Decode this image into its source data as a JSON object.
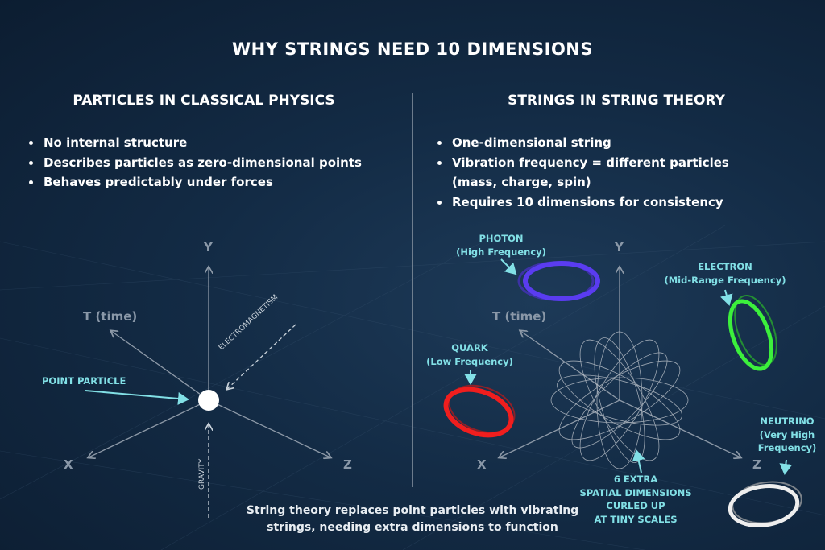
{
  "title": "WHY STRINGS NEED 10 DIMENSIONS",
  "left": {
    "heading": "PARTICLES IN CLASSICAL PHYSICS",
    "bullets": [
      "No internal structure",
      "Describes particles as zero-dimensional points",
      "Behaves predictably under forces"
    ],
    "diagram": {
      "axes": {
        "y": "Y",
        "t": "T (time)",
        "x": "X",
        "z": "Z"
      },
      "point_label": "POINT PARTICLE",
      "force_em": "ELECTROMAGNETISM",
      "force_gravity": "GRAVITY"
    }
  },
  "right": {
    "heading": "STRINGS IN STRING THEORY",
    "bullets": [
      "One-dimensional string",
      "Vibration frequency = different particles (mass, charge, spin)",
      "Requires 10 dimensions for consistency"
    ],
    "diagram": {
      "axes": {
        "y": "Y",
        "t": "T (time)",
        "x": "X",
        "z": "Z"
      },
      "photon": {
        "name": "PHOTON",
        "freq": "(High Frequency)",
        "color": "#5a3cf0"
      },
      "electron": {
        "name": "ELECTRON",
        "freq": "(Mid-Range Frequency)",
        "color": "#3cf03c"
      },
      "quark": {
        "name": "QUARK",
        "freq": "(Low Frequency)",
        "color": "#f01e1e"
      },
      "neutrino": {
        "name": "NEUTRINO",
        "freq1": "(Very High",
        "freq2": "Frequency)",
        "color": "#eeeeee"
      },
      "extra": [
        "6 EXTRA",
        "SPATIAL DIMENSIONS",
        "CURLED UP",
        "AT TINY SCALES"
      ]
    }
  },
  "caption": [
    "String theory replaces point particles with vibrating",
    "strings, needing extra dimensions to function"
  ]
}
